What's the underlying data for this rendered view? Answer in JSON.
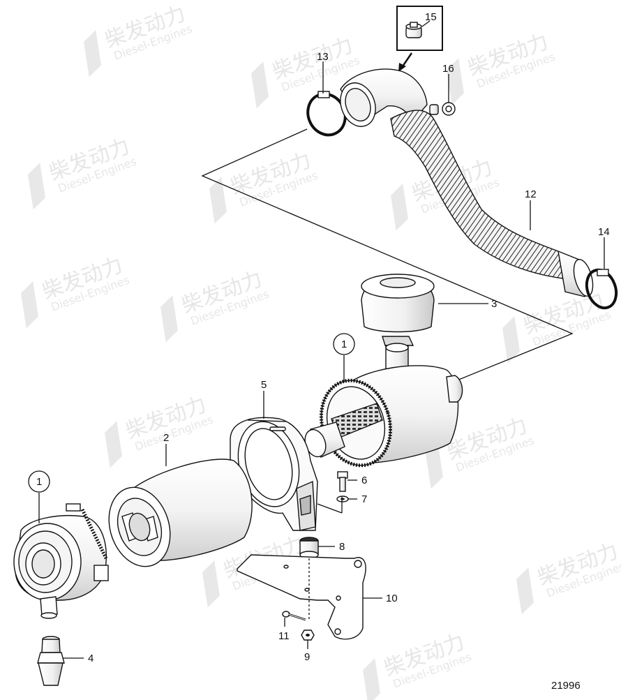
{
  "diagram": {
    "drawing_number": "21996",
    "watermark": {
      "brand_cn": "柴发动力",
      "brand_en": "Diesel-Engines"
    },
    "callouts": [
      {
        "id": "c15",
        "label": "15"
      },
      {
        "id": "c13",
        "label": "13"
      },
      {
        "id": "c16",
        "label": "16"
      },
      {
        "id": "c12",
        "label": "12"
      },
      {
        "id": "c14",
        "label": "14"
      },
      {
        "id": "c3",
        "label": "3"
      },
      {
        "id": "c1a",
        "label": "1"
      },
      {
        "id": "c5",
        "label": "5"
      },
      {
        "id": "c2",
        "label": "2"
      },
      {
        "id": "c1b",
        "label": "1"
      },
      {
        "id": "c6",
        "label": "6"
      },
      {
        "id": "c7",
        "label": "7"
      },
      {
        "id": "c8",
        "label": "8"
      },
      {
        "id": "c10",
        "label": "10"
      },
      {
        "id": "c11",
        "label": "11"
      },
      {
        "id": "c9",
        "label": "9"
      },
      {
        "id": "c4",
        "label": "4"
      }
    ]
  }
}
